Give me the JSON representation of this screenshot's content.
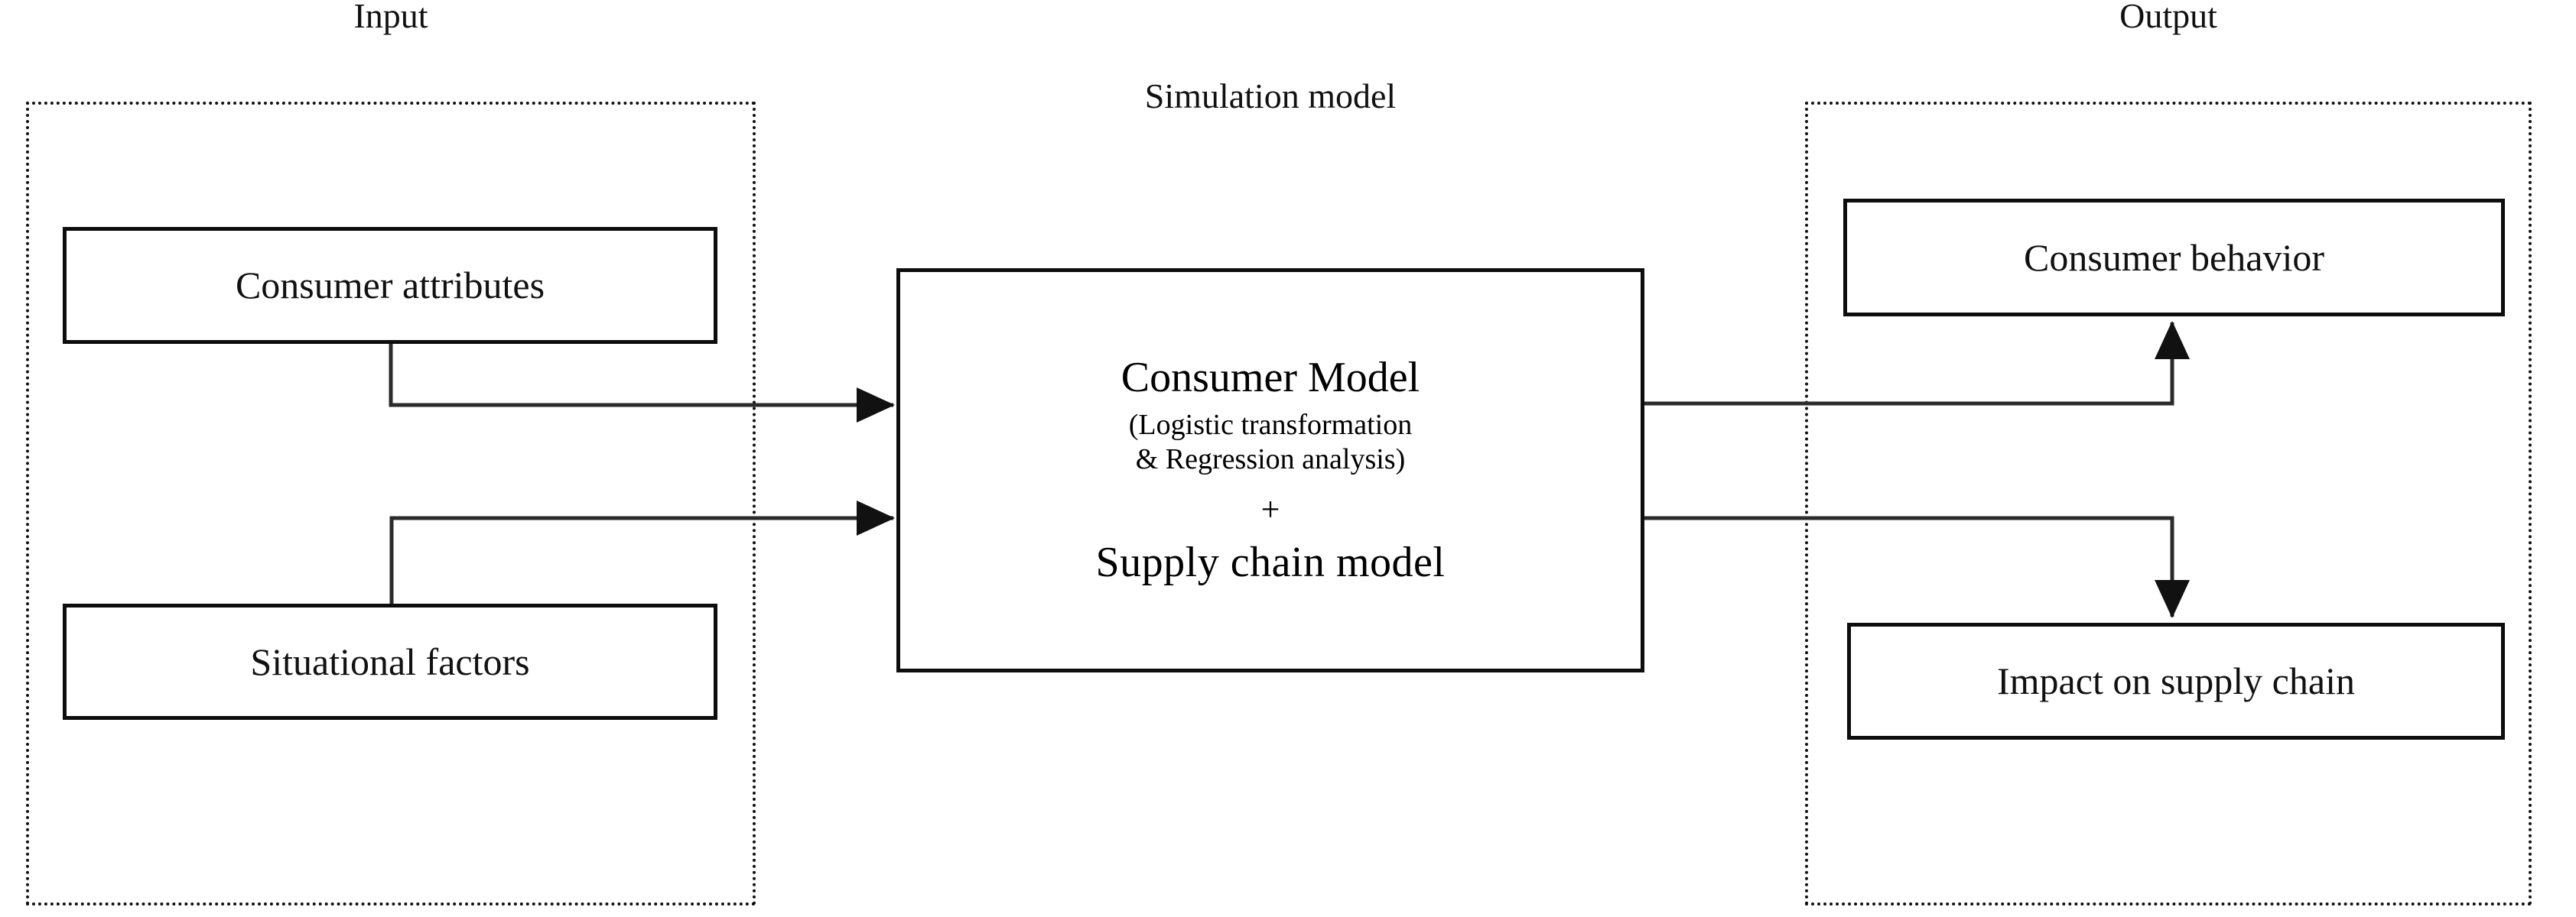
{
  "diagram": {
    "title_visible": false,
    "colors": {
      "stroke": "#111111",
      "box_border": "#0d0d0d",
      "background": "#ffffff",
      "wire": "#2b2b2b"
    },
    "groups": [
      {
        "id": "input",
        "label": "Input"
      },
      {
        "id": "output",
        "label": "Output"
      }
    ],
    "center_caption": "Simulation model",
    "input_nodes": [
      {
        "id": "consumer-attributes",
        "label": "Consumer attributes"
      },
      {
        "id": "situational-factors",
        "label": "Situational factors"
      }
    ],
    "model_node": {
      "id": "simulation-model",
      "title": "Consumer Model",
      "subtitle_line1": "(Logistic transformation",
      "subtitle_line2": "& Regression analysis)",
      "operator": "+",
      "title2": "Supply  chain model"
    },
    "output_nodes": [
      {
        "id": "consumer-behavior",
        "label": "Consumer behavior"
      },
      {
        "id": "impact-on-supply-chain",
        "label": "Impact on supply chain"
      }
    ],
    "connections": [
      {
        "from": "consumer-attributes",
        "to": "simulation-model",
        "arrow": "right"
      },
      {
        "from": "situational-factors",
        "to": "simulation-model",
        "arrow": "right"
      },
      {
        "from": "simulation-model",
        "to": "consumer-behavior",
        "arrow": "up"
      },
      {
        "from": "simulation-model",
        "to": "impact-on-supply-chain",
        "arrow": "down"
      }
    ]
  }
}
